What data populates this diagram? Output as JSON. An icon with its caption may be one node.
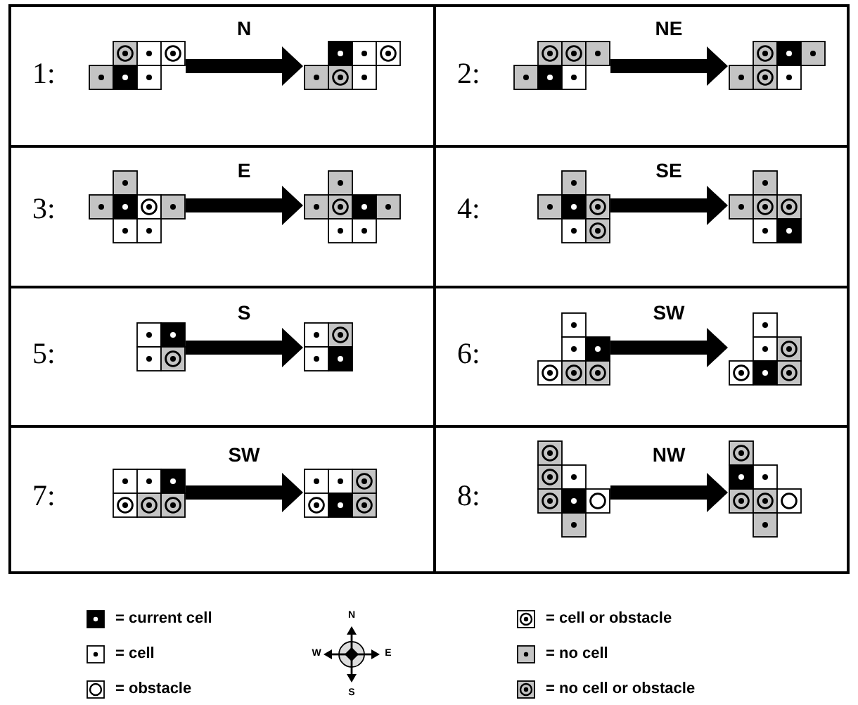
{
  "diagram": {
    "nodes": [
      {
        "text": [
          "1:"
        ]
      },
      {
        "text": [],
        "shape": "picture",
        "in": 0
      },
      {
        "text": [],
        "shape": "picture",
        "in": 0
      },
      {
        "text": [
          "2:"
        ]
      },
      {
        "text": [],
        "shape": "picture",
        "in": 3
      },
      {
        "text": [],
        "shape": "picture",
        "in": 3
      },
      {
        "text": [
          "3:"
        ]
      },
      {
        "text": [],
        "shape": "picture",
        "in": 6
      },
      {
        "text": [],
        "shape": "picture",
        "in": 6
      },
      {
        "text": [
          "4:"
        ]
      },
      {
        "text": [],
        "shape": "picture",
        "in": 9
      },
      {
        "text": [],
        "shape": "picture",
        "in": 9
      },
      {
        "text": [
          "5:"
        ]
      },
      {
        "text": [],
        "shape": "picture",
        "in": 12
      },
      {
        "text": [],
        "shape": "picture",
        "in": 12
      },
      {
        "text": [
          "6:"
        ]
      },
      {
        "text": [],
        "shape": "picture",
        "in": 15
      },
      {
        "text": [],
        "shape": "picture",
        "in": 15
      },
      {
        "text": [
          "7:"
        ]
      },
      {
        "text": [],
        "shape": "picture",
        "in": 18
      },
      {
        "text": [],
        "shape": "picture",
        "in": 18
      },
      {
        "text": [
          "8:"
        ]
      },
      {
        "text": [],
        "shape": "picture",
        "in": 21
      },
      {
        "text": [],
        "shape": "picture",
        "in": 21
      }
    ],
    "edges": [
      {
        "from": 1,
        "to": 2,
        "arrow": "to",
        "label": "N"
      },
      {
        "from": 4,
        "to": 5,
        "arrow": "to",
        "label": "NE"
      },
      {
        "from": 7,
        "to": 8,
        "arrow": "to",
        "label": "E"
      },
      {
        "from": 10,
        "to": 11,
        "arrow": "to",
        "label": "SE"
      },
      {
        "from": 13,
        "to": 14,
        "arrow": "to",
        "label": "S"
      },
      {
        "from": 16,
        "to": 17,
        "arrow": "to",
        "label": "SW"
      },
      {
        "from": 19,
        "to": 20,
        "arrow": "to",
        "label": "SW"
      },
      {
        "from": 22,
        "to": 23,
        "arrow": "to",
        "label": "NW"
      }
    ],
    "labels": [
      "N",
      "W",
      "E",
      "S"
    ],
    "legend": [
      {
        "text": "= current cell"
      },
      {
        "text": "= cell"
      },
      {
        "text": "= obstacle"
      },
      {
        "text": "= cell or obstacle"
      },
      {
        "text": "= no cell"
      },
      {
        "text": "= no cell or obstacle"
      }
    ]
  }
}
